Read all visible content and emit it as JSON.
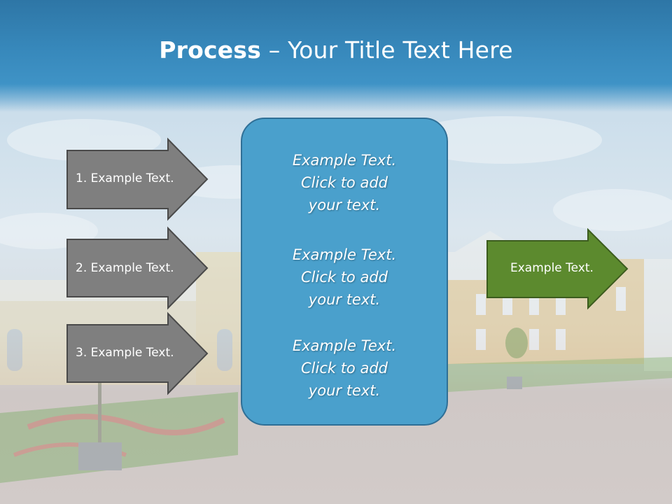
{
  "title": {
    "bold": "Process",
    "dash": " – ",
    "rest": "Your Title Text Here"
  },
  "left_steps": [
    {
      "label": "1. Example Text."
    },
    {
      "label": "2. Example Text."
    },
    {
      "label": "3. Example Text."
    }
  ],
  "center_blocks": [
    {
      "line1": "Example Text.",
      "line2": "Click  to add",
      "line3": "your text."
    },
    {
      "line1": "Example Text.",
      "line2": "Click  to add",
      "line3": "your text."
    },
    {
      "line1": "Example Text.",
      "line2": "Click  to add",
      "line3": "your text."
    }
  ],
  "result": {
    "label": "Example Text."
  },
  "colors": {
    "header": "#3788bb",
    "gray_arrow": "#7f7f7f",
    "center_box": "#4aa0cc",
    "green_arrow": "#5c8a2e"
  }
}
